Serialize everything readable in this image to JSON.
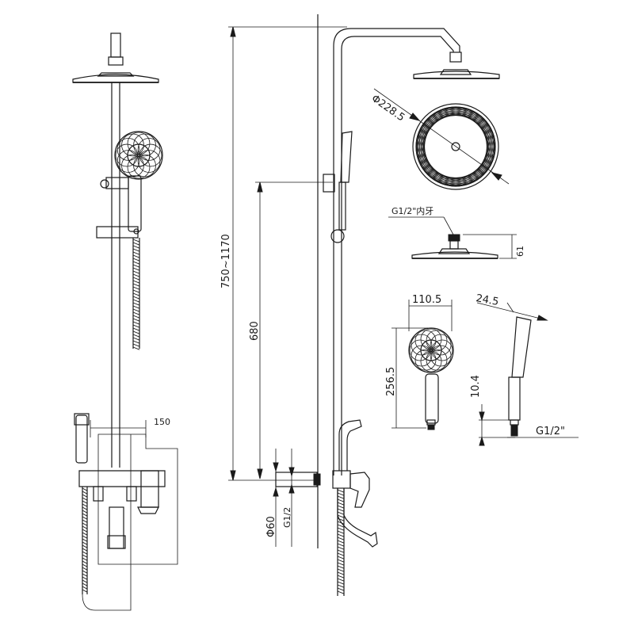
{
  "dimensions": {
    "height_range": "750~1170",
    "arm_to_holder": "680",
    "outlet_spacing": "150",
    "inlet_diameter": "Φ60",
    "inlet_thread": "G1/2",
    "head_diameter": "Φ228.5",
    "head_thread": "G1/2\"内牙",
    "head_height": "61",
    "hand_width": "110.5",
    "hand_length": "256.5",
    "hand_depth": "24.5",
    "hand_thread_len": "10.4",
    "hand_thread": "G1/2\""
  },
  "colors": {
    "line": "#1a1a1a",
    "background": "#ffffff"
  }
}
